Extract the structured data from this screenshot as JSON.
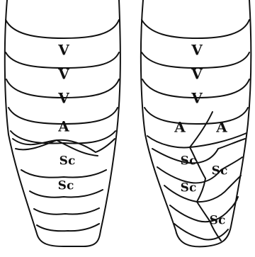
{
  "left_panel": {
    "ventral_labels": [
      "V",
      "V",
      "V"
    ],
    "anal_label": "A",
    "subcaudal_labels": [
      "Sc",
      "Sc"
    ]
  },
  "right_panel": {
    "ventral_labels": [
      "V",
      "V",
      "V"
    ],
    "anal_labels": [
      "A",
      "A"
    ],
    "subcaudal_labels": [
      "Sc",
      "Sc",
      "Sc",
      "Sc"
    ]
  }
}
